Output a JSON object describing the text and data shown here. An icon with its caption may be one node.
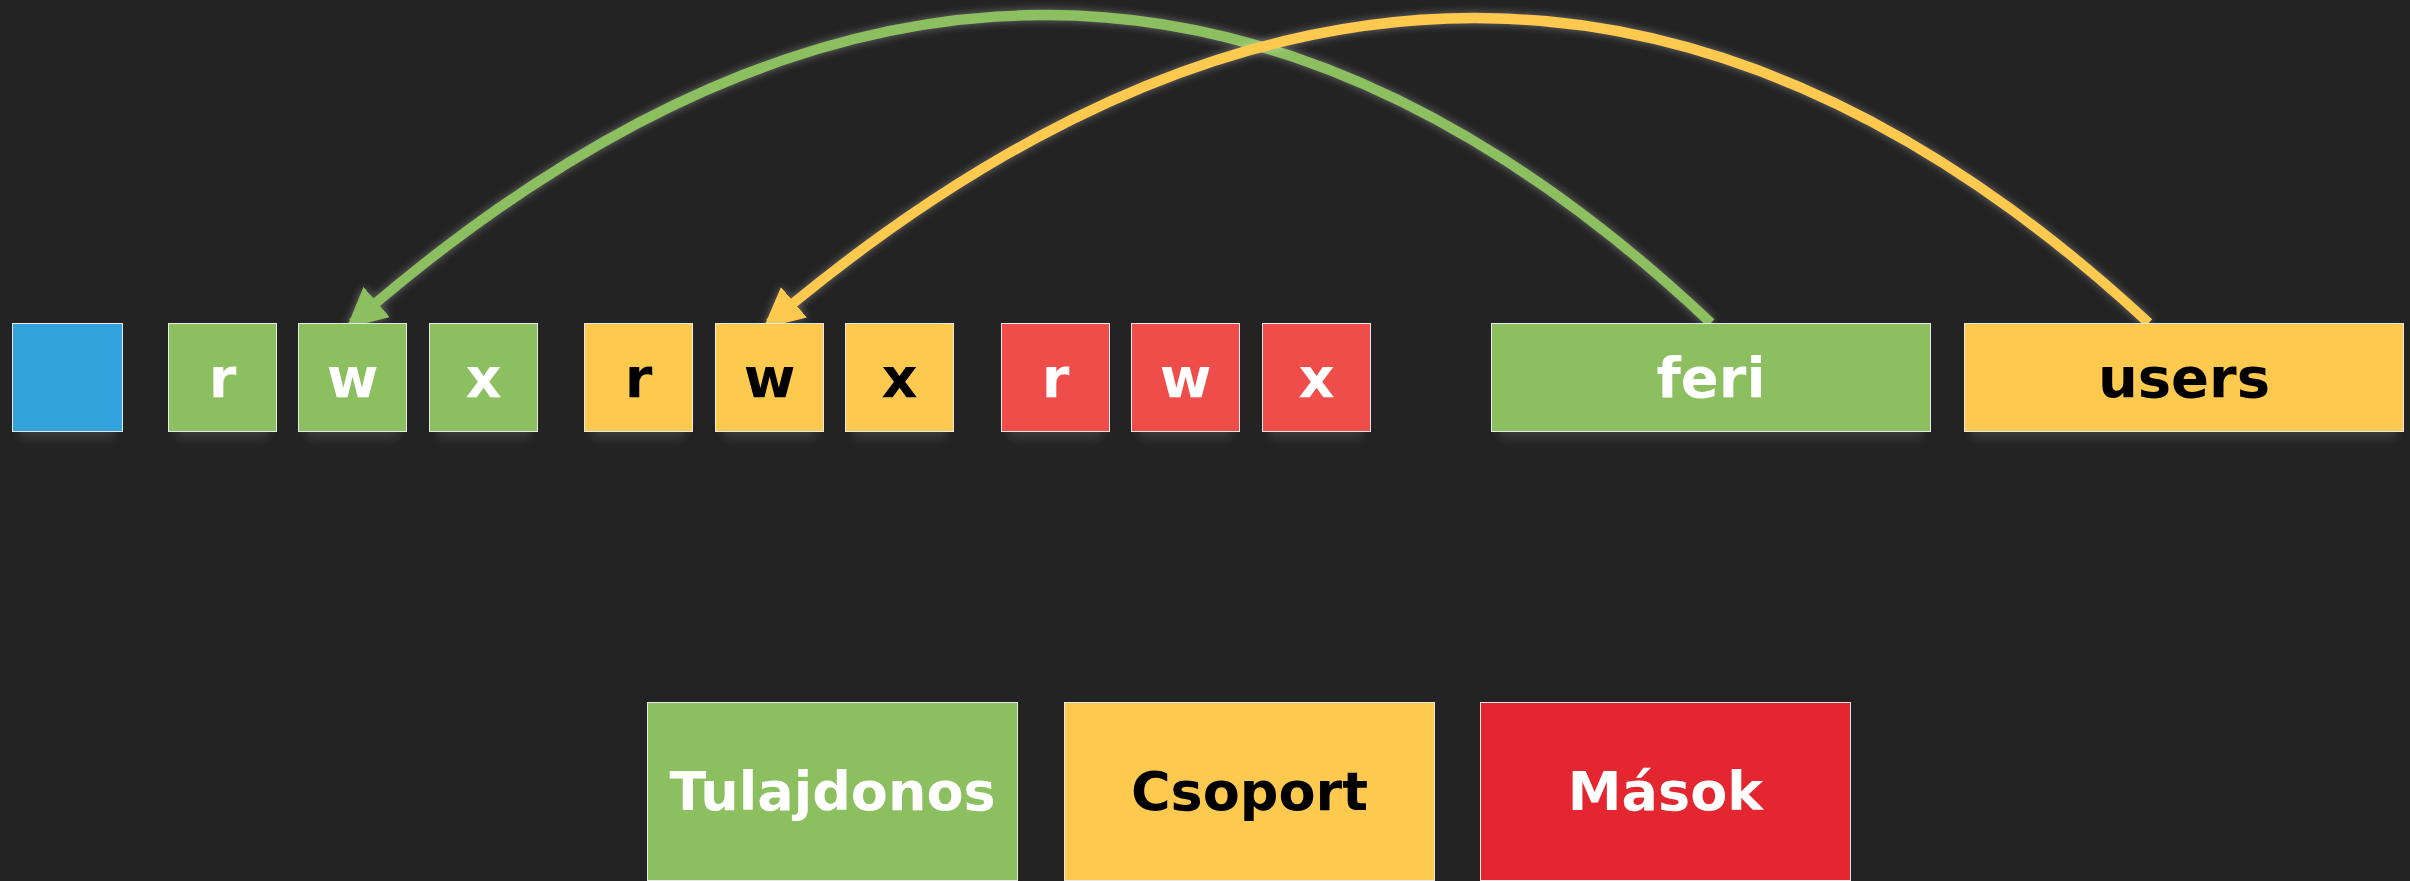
{
  "diagram": {
    "nodes": [
      {
        "text": [],
        "shape": "box"
      },
      {
        "text": [
          "r"
        ]
      },
      {
        "text": [
          "w"
        ]
      },
      {
        "text": [
          "x"
        ]
      },
      {
        "text": [
          "r"
        ]
      },
      {
        "text": [
          "w"
        ]
      },
      {
        "text": [
          "x"
        ]
      },
      {
        "text": [
          "r"
        ]
      },
      {
        "text": [
          "w"
        ]
      },
      {
        "text": [
          "x"
        ]
      },
      {
        "text": [
          "feri"
        ]
      },
      {
        "text": [
          "users"
        ]
      }
    ],
    "edges": [
      {
        "from": 10,
        "to": 2,
        "arrow": "to",
        "color": "#8cbf5f"
      },
      {
        "from": 11,
        "to": 5,
        "arrow": "to",
        "color": "#fdc94f"
      }
    ],
    "legend": [
      {
        "text": "Tulajdonos",
        "color": "#8cbf5f"
      },
      {
        "text": "Csoport",
        "color": "#fdc94f"
      },
      {
        "text": "Mások",
        "color": "#e3262f"
      }
    ]
  }
}
